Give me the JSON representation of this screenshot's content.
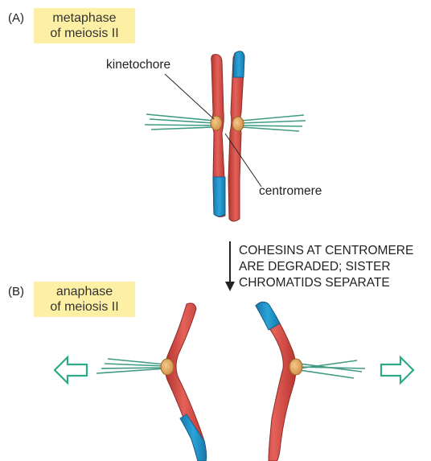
{
  "panel_a": {
    "letter": "(A)",
    "stage_line1": "metaphase",
    "stage_line2": "of meiosis II",
    "labels": {
      "kinetochore": "kinetochore",
      "centromere": "centromere"
    }
  },
  "transition": {
    "line1": "COHESINS AT CENTROMERE",
    "line2": "ARE DEGRADED; SISTER",
    "line3": "CHROMATIDS SEPARATE"
  },
  "panel_b": {
    "letter": "(B)",
    "stage_line1": "anaphase",
    "stage_line2": "of meiosis II"
  },
  "colors": {
    "chromatid": "#d94c45",
    "chromatid_edge": "#8e2a26",
    "chromatid_tip": "#1d8fc5",
    "kinetochore": "#e2a25a",
    "spindle": "#3f9a82",
    "arrow": "#2eaa86",
    "stage_box": "#fdf0a4"
  },
  "icons": {
    "left_arrow": "hollow-left-arrow-icon",
    "right_arrow": "hollow-right-arrow-icon",
    "down_arrow": "down-arrow-icon"
  }
}
